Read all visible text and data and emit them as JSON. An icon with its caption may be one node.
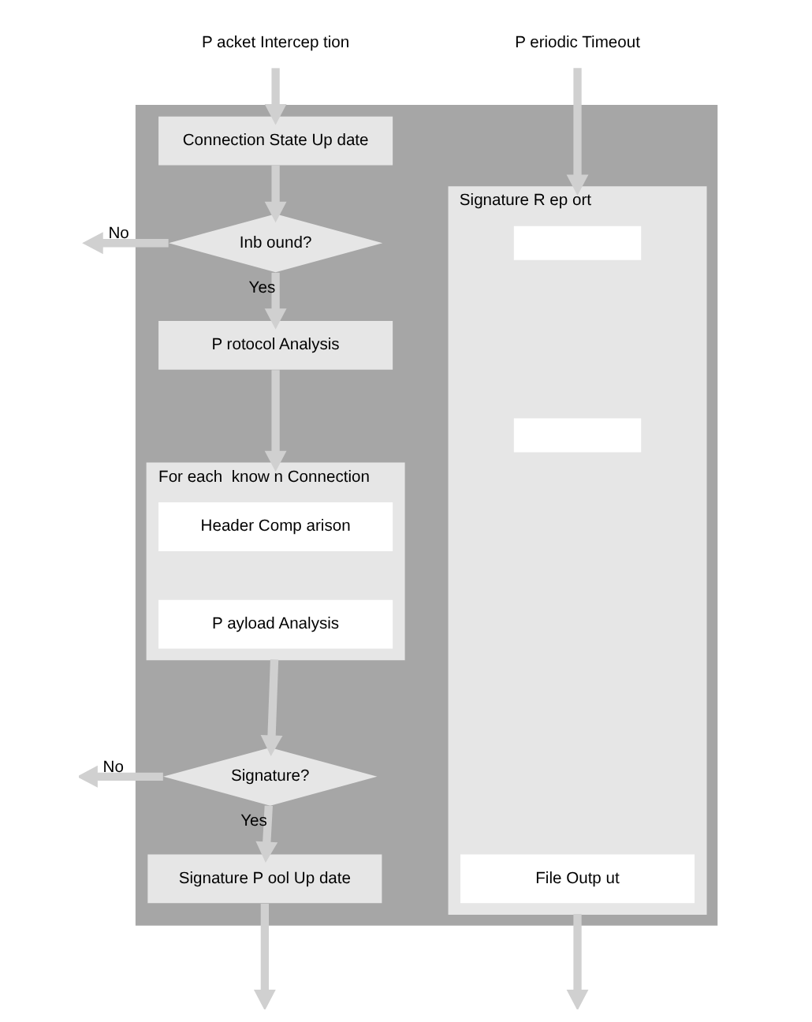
{
  "diagram": {
    "nodes": [
      {
        "text": [
          "P acket Intercep tion"
        ]
      },
      {
        "text": [
          "P eriodic Timeout"
        ]
      },
      {
        "text": [],
        "shape": "box"
      },
      {
        "text": [
          "Connection State Up date"
        ],
        "in": 2
      },
      {
        "text": [
          "Inb ound?"
        ],
        "in": 2
      },
      {
        "text": [
          "P rotocol Analysis"
        ],
        "in": 2
      },
      {
        "text": [
          "For each  know n Connection"
        ],
        "in": 2
      },
      {
        "text": [
          "Header Comp arison"
        ],
        "in": 6
      },
      {
        "text": [
          "P ayload Analysis"
        ],
        "in": 6
      },
      {
        "text": [
          "Signature?"
        ],
        "in": 2
      },
      {
        "text": [
          "Signature P ool Up date"
        ],
        "in": 2
      },
      {
        "text": [
          "Signature R ep ort"
        ],
        "in": 2
      },
      {
        "text": [],
        "shape": "box",
        "in": 11
      },
      {
        "text": [],
        "shape": "box",
        "in": 11
      },
      {
        "text": [
          "File Outp ut"
        ],
        "in": 11
      }
    ],
    "edges": [
      {
        "from": 0,
        "to": 3,
        "arrow": "to"
      },
      {
        "from": 3,
        "to": 4,
        "arrow": "to"
      },
      {
        "from": 4,
        "to": null,
        "arrow": "to",
        "label": "No"
      },
      {
        "from": 4,
        "to": 5,
        "arrow": "to",
        "label": "Yes"
      },
      {
        "from": 5,
        "to": 6,
        "arrow": "to"
      },
      {
        "from": 6,
        "to": 9,
        "arrow": "to"
      },
      {
        "from": 9,
        "to": null,
        "arrow": "to",
        "label": "No"
      },
      {
        "from": 9,
        "to": 10,
        "arrow": "to",
        "label": "Yes"
      },
      {
        "from": 10,
        "to": null,
        "arrow": "to"
      },
      {
        "from": 1,
        "to": 11,
        "arrow": "to"
      },
      {
        "from": 11,
        "to": null,
        "arrow": "to"
      }
    ]
  }
}
